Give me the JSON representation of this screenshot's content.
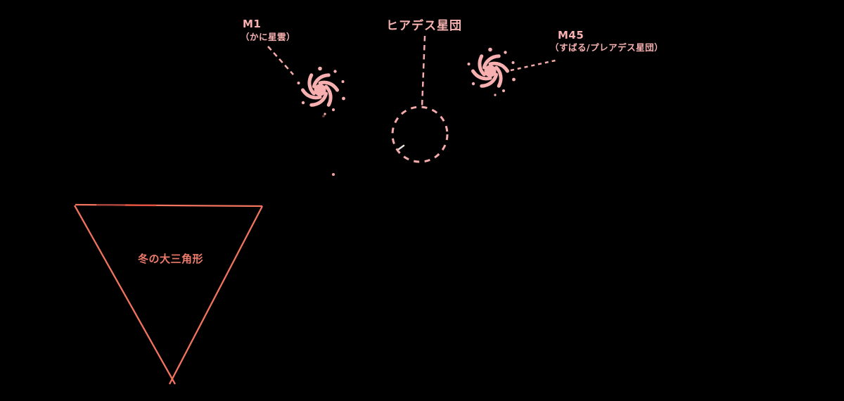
{
  "figure": {
    "background_color": "#000000"
  },
  "colors": {
    "annotation_pink_text": "#f8b2b1",
    "annotation_pink_stroke": "#f5abaa",
    "annotation_pink_fill": "#f7b0af",
    "triangle_red": "#f2735e",
    "triangle_label_red": "#ee7b6b",
    "white_star": "#e8e0dd"
  },
  "labels": {
    "m1": {
      "title": "M1",
      "subtitle": "（かに星雲）"
    },
    "hyades": {
      "title": "ヒアデス星団"
    },
    "m45": {
      "title": "M45",
      "subtitle": "（すばる/プレアデス星団）"
    },
    "winter_triangle": {
      "title": "冬の大三角形"
    }
  },
  "icons": {
    "m1": "spiral-nebula-icon",
    "m45": "spiral-nebula-icon",
    "hyades": "dashed-circle-icon"
  }
}
